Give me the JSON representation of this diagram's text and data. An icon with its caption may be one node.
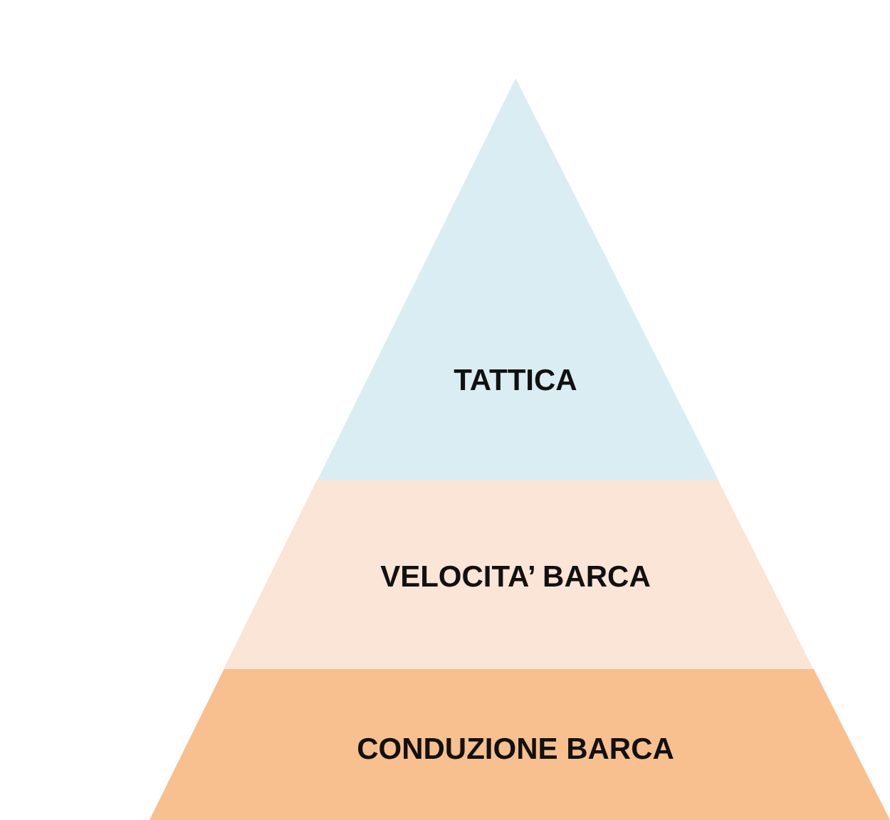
{
  "diagram": {
    "nodes": [
      {
        "text": [
          "TATTICA"
        ]
      },
      {
        "text": [
          "VELOCITA’ BARCA"
        ]
      },
      {
        "text": [
          "CONDUZIONE BARCA"
        ]
      }
    ]
  }
}
